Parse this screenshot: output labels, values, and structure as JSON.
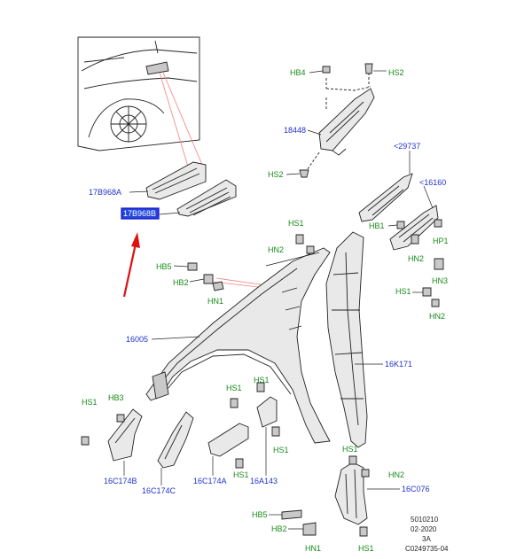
{
  "part_labels": {
    "p17B968A": "17B968A",
    "p17B968B": "17B968B",
    "p18448": "18448",
    "p29737": "<29737",
    "p16160": "<16160",
    "p16005": "16005",
    "p16K171": "16K171",
    "p16C174B": "16C174B",
    "p16C174C": "16C174C",
    "p16C174A": "16C174A",
    "p16A143": "16A143",
    "p16C076": "16C076"
  },
  "fastener_labels": {
    "hb4": "HB4",
    "hs2_top": "HS2",
    "hs2_mid": "HS2",
    "hs1_a": "HS1",
    "hn2_a": "HN2",
    "hb1": "HB1",
    "hp1": "HP1",
    "hn2_b": "HN2",
    "hn3": "HN3",
    "hs1_b": "HS1",
    "hn2_c": "HN2",
    "hb5_a": "HB5",
    "hb2_a": "HB2",
    "hn1_a": "HN1",
    "hs1_c": "HS1",
    "hb3": "HB3",
    "hs1_d": "HS1",
    "hs1_e": "HS1",
    "hs1_f": "HS1",
    "hs1_g": "HS1",
    "hn2_d": "HN2",
    "hb5_b": "HB5",
    "hb2_b": "HB2",
    "hn1_b": "HN1",
    "hs1_h": "HS1"
  },
  "doc_info": {
    "line1": "5010210",
    "line2": "02-2020",
    "line3": "3A",
    "line4": "C0249735-04"
  },
  "colors": {
    "part_label": "#2233cc",
    "fastener_label": "#1a8a1a",
    "highlight_border": "#1111cc",
    "highlight_fill": "#2244dd",
    "arrow": "#e01010",
    "callout_line": "#f08080"
  }
}
